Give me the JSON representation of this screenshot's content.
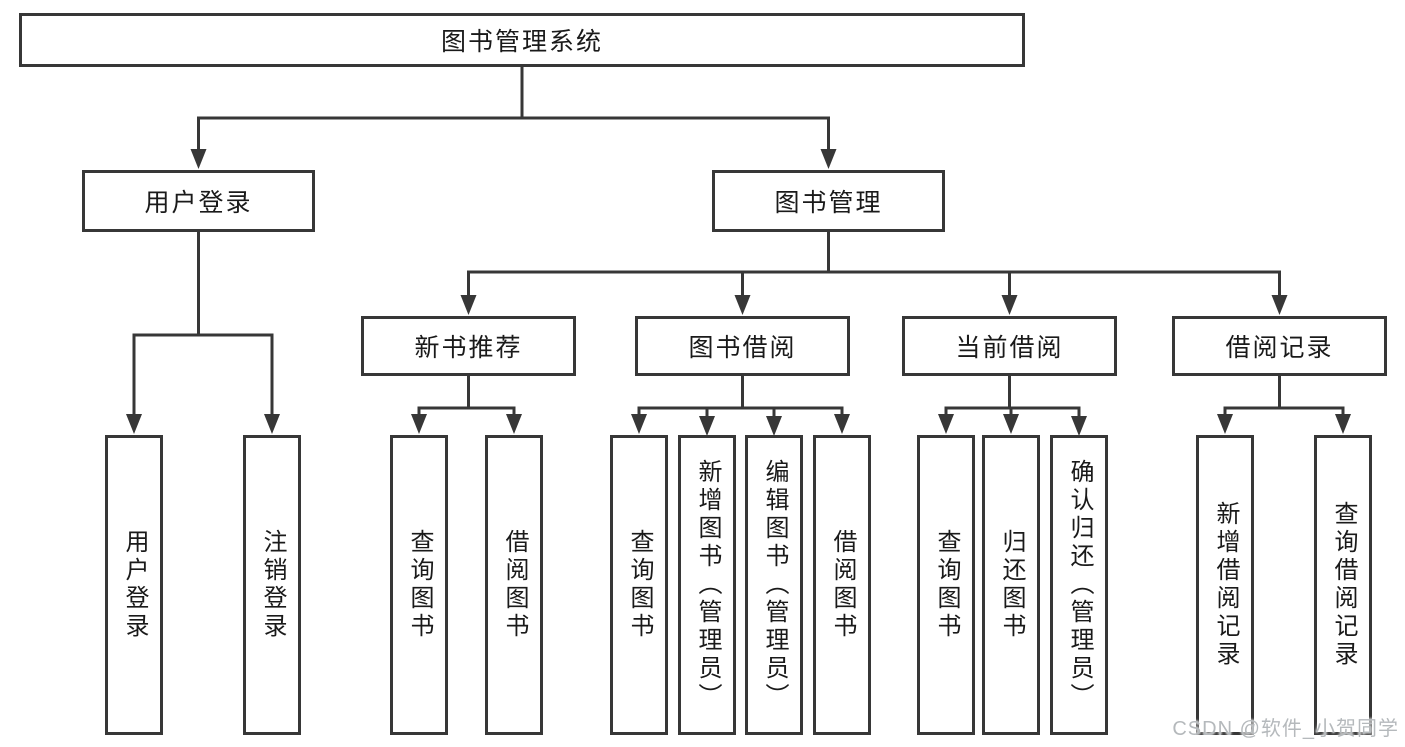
{
  "diagram": {
    "title": "图书管理系统",
    "watermark": "CSDN @软件_小贺同学",
    "colors": {
      "line": "#373737",
      "text": "#1a1a1a",
      "watermark": "#b5b9bc",
      "background": "#ffffff"
    },
    "nodes": {
      "root": {
        "label": "图书管理系统"
      },
      "user_login": {
        "label": "用户登录"
      },
      "book_management": {
        "label": "图书管理"
      },
      "new_book_recommend": {
        "label": "新书推荐"
      },
      "book_borrow": {
        "label": "图书借阅"
      },
      "current_borrow": {
        "label": "当前借阅"
      },
      "borrow_records": {
        "label": "借阅记录"
      },
      "login": {
        "label": "用户登录"
      },
      "logout": {
        "label": "注销登录"
      },
      "recommend_query_books": {
        "label": "查询图书"
      },
      "recommend_borrow_books": {
        "label": "借阅图书"
      },
      "borrow_query_books": {
        "label": "查询图书"
      },
      "borrow_add_books": {
        "label": "新增图书（管理员）"
      },
      "borrow_edit_books": {
        "label": "编辑图书（管理员）"
      },
      "borrow_borrow_books": {
        "label": "借阅图书"
      },
      "current_query_books": {
        "label": "查询图书"
      },
      "current_return_books": {
        "label": "归还图书"
      },
      "current_confirm_return": {
        "label": "确认归还（管理员）"
      },
      "records_add_record": {
        "label": "新增借阅记录"
      },
      "records_query_record": {
        "label": "查询借阅记录"
      }
    }
  }
}
